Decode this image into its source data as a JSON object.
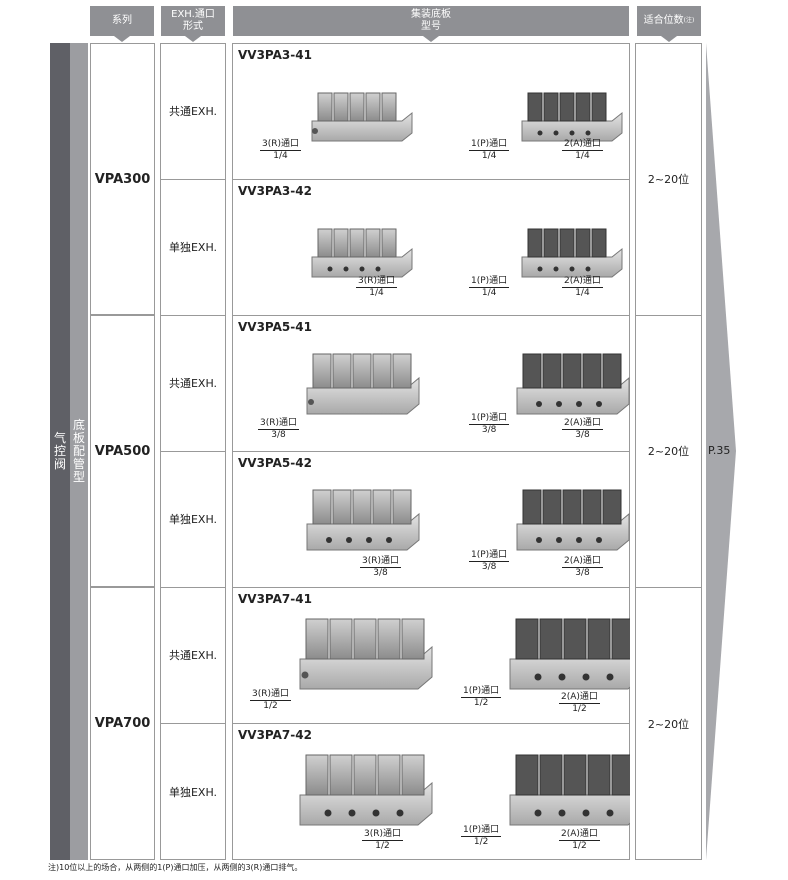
{
  "headers": {
    "series": "系列",
    "exh_line1": "EXH.通口",
    "exh_line2": "形式",
    "manifold_line1": "集装底板",
    "manifold_line2": "型号",
    "stations": "适合位数",
    "stations_note": "(注)"
  },
  "side": {
    "valve_type": "气控阀",
    "base_type": "底板配管型"
  },
  "series": [
    {
      "name": "VPA300",
      "stations": "2~20位"
    },
    {
      "name": "VPA500",
      "stations": "2~20位"
    },
    {
      "name": "VPA700",
      "stations": "2~20位"
    }
  ],
  "exh_types": {
    "common": "共通EXH.",
    "individual": "单独EXH."
  },
  "page_ref": "P.35",
  "rows": [
    {
      "model": "VV3PA3-41",
      "exh": "共通EXH.",
      "left_port": "3(R)通口",
      "left_size": "1/4",
      "p_port": "1(P)通口",
      "p_size": "1/4",
      "a_port": "2(A)通口",
      "a_size": "1/4"
    },
    {
      "model": "VV3PA3-42",
      "exh": "单独EXH.",
      "left_port": "3(R)通口",
      "left_size": "1/4",
      "p_port": "1(P)通口",
      "p_size": "1/4",
      "a_port": "2(A)通口",
      "a_size": "1/4"
    },
    {
      "model": "VV3PA5-41",
      "exh": "共通EXH.",
      "left_port": "3(R)通口",
      "left_size": "3/8",
      "p_port": "1(P)通口",
      "p_size": "3/8",
      "a_port": "2(A)通口",
      "a_size": "3/8"
    },
    {
      "model": "VV3PA5-42",
      "exh": "单独EXH.",
      "left_port": "3(R)通口",
      "left_size": "3/8",
      "p_port": "1(P)通口",
      "p_size": "3/8",
      "a_port": "2(A)通口",
      "a_size": "3/8"
    },
    {
      "model": "VV3PA7-41",
      "exh": "共通EXH.",
      "left_port": "3(R)通口",
      "left_size": "1/2",
      "p_port": "1(P)通口",
      "p_size": "1/2",
      "a_port": "2(A)通口",
      "a_size": "1/2"
    },
    {
      "model": "VV3PA7-42",
      "exh": "单独EXH.",
      "left_port": "3(R)通口",
      "left_size": "1/2",
      "p_port": "1(P)通口",
      "p_size": "1/2",
      "a_port": "2(A)通口",
      "a_size": "1/2"
    }
  ],
  "footnote": "注)10位以上的场合，从两侧的1(P)通口加压，从两侧的3(R)通口排气。"
}
